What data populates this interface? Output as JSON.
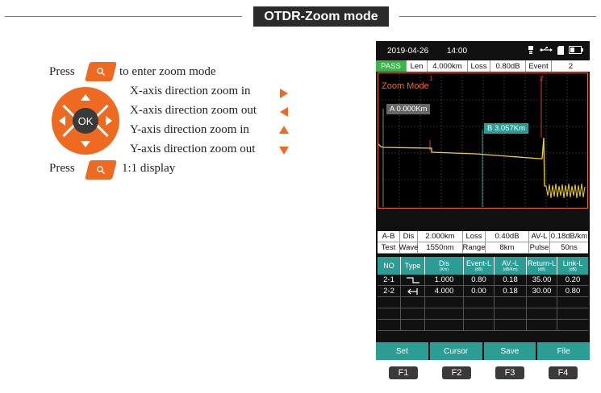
{
  "title": "OTDR-Zoom mode",
  "instructions": {
    "press_1": "Press",
    "enter_zoom": "to enter zoom mode",
    "x_in": "X-axis direction zoom in",
    "x_out": "X-axis direction zoom out",
    "y_in": "Y-axis direction zoom in",
    "y_out": "Y-axis direction zoom out",
    "press_2": "Press",
    "one_to_one": "1:1 display",
    "ok_label": "OK"
  },
  "device": {
    "date": "2019-04-26",
    "time": "14:00",
    "summary": {
      "status": "PASS",
      "len_label": "Len",
      "len_value": "4.000km",
      "loss_label": "Loss",
      "loss_value": "0.80dB",
      "event_label": "Event",
      "event_value": "2"
    },
    "plot": {
      "mode_label": "Zoom Mode",
      "marker_a": "A 0.000Km",
      "marker_b": "B 3.057Km",
      "event_1": "1",
      "event_2": "2"
    },
    "params": {
      "row1": [
        "A-B",
        "Dis",
        "2.000km",
        "Loss",
        "0.40dB",
        "AV-L",
        "0.18dB/km"
      ],
      "row2": [
        "Test",
        "Wave",
        "1550nm",
        "Range",
        "8km",
        "Pulse",
        "50ns"
      ]
    },
    "events": {
      "headers": [
        "NO",
        "Type",
        "Dis",
        "Event-L",
        "AV.-L",
        "Return-L",
        "Link-L"
      ],
      "units": [
        "",
        "",
        "(Km)",
        "(dB)",
        "(dB/Km)",
        "(dB)",
        "(dB)"
      ],
      "rows": [
        [
          "2-1",
          "",
          "1.000",
          "0.80",
          "0.18",
          "35.00",
          "0.20"
        ],
        [
          "2-2",
          "",
          "4.000",
          "0.00",
          "0.18",
          "30.00",
          "0.80"
        ]
      ]
    },
    "softkeys": [
      "Set",
      "Cursor",
      "Save",
      "File"
    ]
  },
  "fkeys": [
    "F1",
    "F2",
    "F3",
    "F4"
  ],
  "colors": {
    "accent": "#ef6a21",
    "teal": "#2b9d94",
    "pass": "#39b54a"
  }
}
